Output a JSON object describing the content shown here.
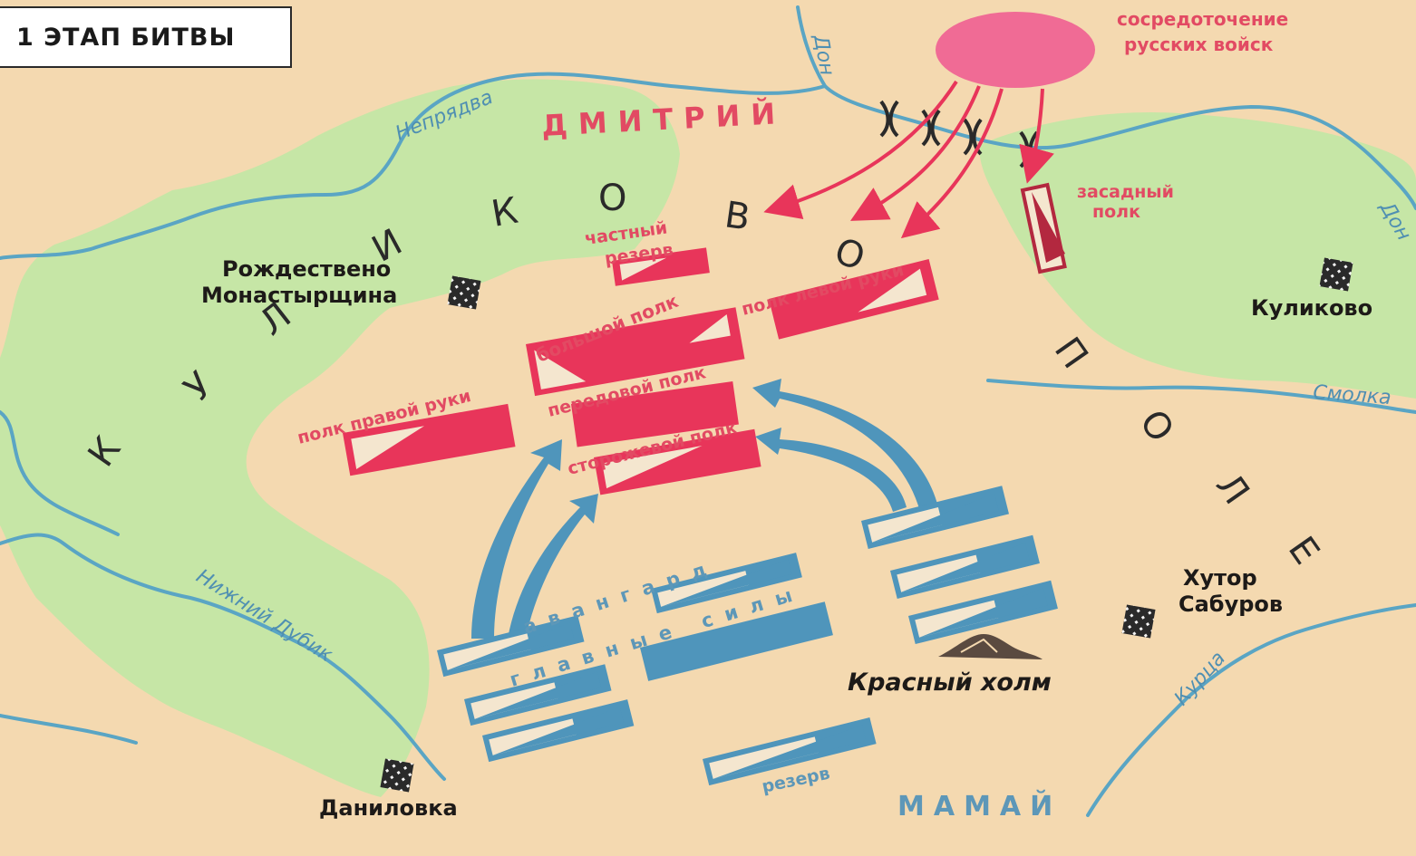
{
  "title": "1 ЭТАП БИТВЫ",
  "colors": {
    "background": "#f4d9b0",
    "forest": "#c6e6a6",
    "river": "#5aa5c4",
    "russian": "#e8355a",
    "horde": "#4f95bb",
    "text_dark": "#1d1a18"
  },
  "labels": {
    "concentration_line1": "сосредоточение",
    "concentration_line2": "русских войск",
    "dmitry": "ДМИТРИЙ",
    "mamai": "МАМАЙ",
    "ambush_line1": "засадный",
    "ambush_line2": "полк",
    "private_reserve_line1": "частный",
    "private_reserve_line2": "резерв",
    "big_regiment": "большой полк",
    "left_hand_regiment": "полк левой руки",
    "right_hand_regiment": "полк правой руки",
    "advanced_regiment": "передовой полк",
    "guard_regiment": "сторожевой полк",
    "avantgarde": "авангард",
    "main_forces": "главные силы",
    "reserve": "резерв",
    "red_hill": "Красный холм",
    "kulikovo_field": "КУЛИКОВО ПОЛЕ"
  },
  "places": {
    "rozhdestveno_line1": "Рождествено",
    "rozhdestveno_line2": "Монастырщина",
    "kulikovo": "Куликово",
    "khutor_line1": "Хутор",
    "khutor_line2": "Сабуров",
    "danilovka": "Даниловка"
  },
  "rivers": {
    "don": "Дон",
    "nepryadva": "Непрядва",
    "nizhny_dubik": "Нижний Дубик",
    "smolka": "Смолка",
    "kurtsa": "Курца"
  },
  "icons": {
    "village": "village-marker-icon",
    "hill": "hill-icon",
    "attack_arrow": "attack-arrow-icon"
  }
}
